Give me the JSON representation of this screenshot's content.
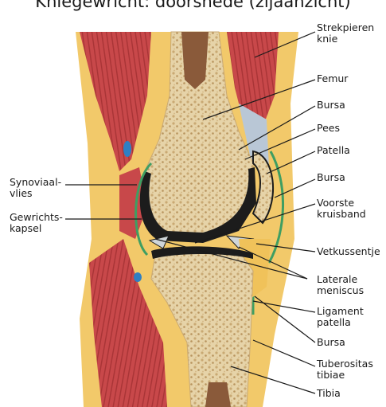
{
  "title": "Kniegewricht: doorsnede (zijaanzicht)",
  "labels_right": [
    {
      "lines": [
        "Strekpieren",
        "knie"
      ]
    },
    {
      "lines": [
        "Femur"
      ]
    },
    {
      "lines": [
        "Bursa"
      ]
    },
    {
      "lines": [
        "Pees"
      ]
    },
    {
      "lines": [
        "Patella"
      ]
    },
    {
      "lines": [
        "Bursa"
      ]
    },
    {
      "lines": [
        "Voorste",
        "kruisband"
      ]
    },
    {
      "lines": [
        "Vetkussentje"
      ]
    },
    {
      "lines": [
        "Laterale",
        "meniscus"
      ]
    },
    {
      "lines": [
        "Ligament",
        "patella"
      ]
    },
    {
      "lines": [
        "Bursa"
      ]
    },
    {
      "lines": [
        "Tuberositas",
        "tibiae"
      ]
    },
    {
      "lines": [
        "Tibia"
      ]
    }
  ],
  "labels_left": [
    {
      "lines": [
        "Synoviaal-",
        "vlies"
      ]
    },
    {
      "lines": [
        "Gewrichts-",
        "kapsel"
      ]
    }
  ],
  "colors": {
    "muscle": "#c8484a",
    "muscle_dark": "#a83436",
    "fat": "#f2c96a",
    "bone_outer": "#e9d8b0",
    "bone_spongy": "#dcc395",
    "marrow": "#8a5a3a",
    "cartilage": "#cfd6d9",
    "synovial_black": "#1c1c1c",
    "capsule_green": "#3f9e62",
    "vessel_blue": "#2f7fc4",
    "leader": "#1a1a1a"
  }
}
